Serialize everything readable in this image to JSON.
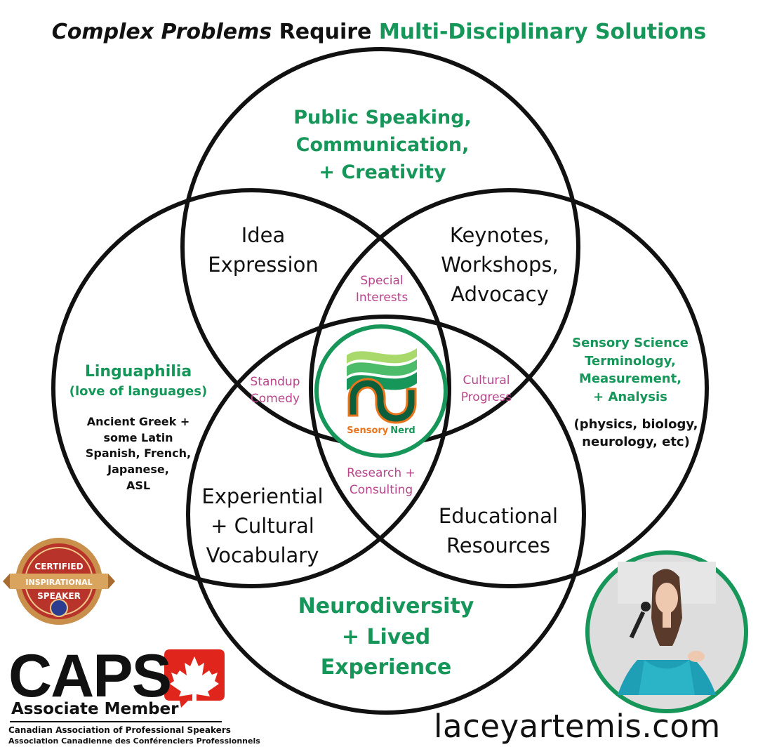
{
  "title": {
    "part1": "Complex Problems",
    "part2": " Require ",
    "part3": "Multi-Disciplinary Solutions"
  },
  "circles": {
    "top": {
      "label_lines": [
        "Public Speaking,",
        "Communication,",
        "+ Creativity"
      ]
    },
    "left": {
      "label_lines": [
        "Linguaphilia",
        "(love of languages)"
      ],
      "sub_lines": [
        "Ancient Greek +",
        "some Latin",
        "Spanish, French,",
        "Japanese,",
        "ASL"
      ]
    },
    "right": {
      "label_lines": [
        "Sensory Science",
        "Terminology,",
        "Measurement,",
        "+ Analysis"
      ],
      "sub_lines": [
        "(physics, biology,",
        "neurology, etc)"
      ]
    },
    "bottom": {
      "label_lines": [
        "Neurodiversity",
        "+ Lived",
        "Experience"
      ]
    }
  },
  "overlaps": {
    "top_left": [
      "Idea",
      "Expression"
    ],
    "top_right": [
      "Keynotes,",
      "Workshops,",
      "Advocacy"
    ],
    "left_bottom": [
      "Experiential",
      "+ Cultural",
      "Vocabulary"
    ],
    "right_bottom": [
      "Educational",
      "Resources"
    ],
    "inner_top": [
      "Special",
      "Interests"
    ],
    "inner_left": [
      "Standup",
      "Comedy"
    ],
    "inner_right": [
      "Cultural",
      "Progress"
    ],
    "inner_bottom": [
      "Research +",
      "Consulting"
    ]
  },
  "center_logo": {
    "word1": "Sensory",
    "word2": "Nerd"
  },
  "badge": {
    "line1": "CERTIFIED",
    "line2": "INSPIRATIONAL",
    "line3": "SPEAKER"
  },
  "caps": {
    "title": "CAPS",
    "member": "Associate Member",
    "english": "Canadian Association of Professional Speakers",
    "french": "Association Canadienne des Conférenciers Professionnels"
  },
  "website": "laceyartemis.com",
  "colors": {
    "green": "#17965a",
    "pink": "#b8458c",
    "orange": "#e8741c",
    "badge_red": "#b8342a",
    "maple_red": "#e0261c"
  },
  "icons": [
    "maple-leaf-icon",
    "speaker-photo",
    "sensory-nerd-logo",
    "certified-speaker-badge"
  ]
}
